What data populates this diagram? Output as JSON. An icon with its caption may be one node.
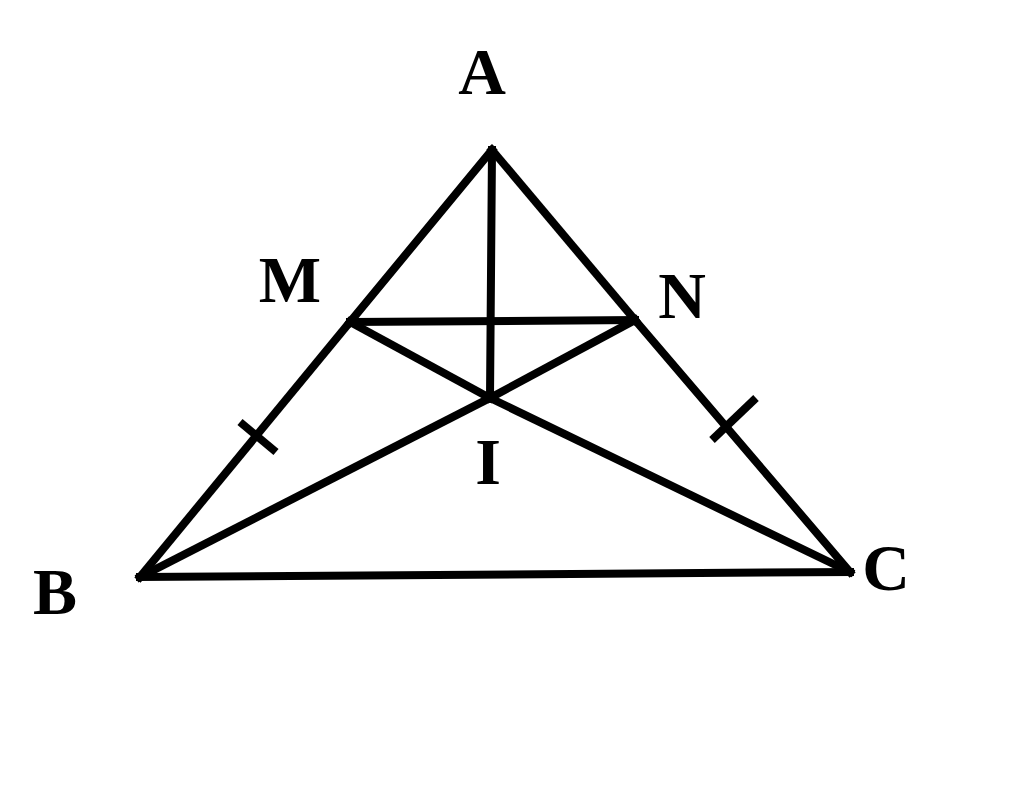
{
  "diagram": {
    "nodes": [
      {
        "text": [
          "A"
        ]
      },
      {
        "text": [
          "M"
        ]
      },
      {
        "text": [
          "N"
        ]
      },
      {
        "text": [
          "I"
        ]
      },
      {
        "text": [
          "B"
        ]
      },
      {
        "text": [
          "C"
        ]
      }
    ],
    "edges": [
      {
        "from": 0,
        "to": 1,
        "arrow": "none"
      },
      {
        "from": 1,
        "to": 4,
        "arrow": "none"
      },
      {
        "from": 0,
        "to": 2,
        "arrow": "none"
      },
      {
        "from": 2,
        "to": 5,
        "arrow": "none"
      },
      {
        "from": 4,
        "to": 5,
        "arrow": "none"
      },
      {
        "from": 0,
        "to": 3,
        "arrow": "none"
      },
      {
        "from": 1,
        "to": 2,
        "arrow": "none"
      },
      {
        "from": 1,
        "to": 3,
        "arrow": "none"
      },
      {
        "from": 3,
        "to": 5,
        "arrow": "none"
      },
      {
        "from": 4,
        "to": 3,
        "arrow": "none"
      },
      {
        "from": 3,
        "to": 2,
        "arrow": "none"
      }
    ]
  }
}
